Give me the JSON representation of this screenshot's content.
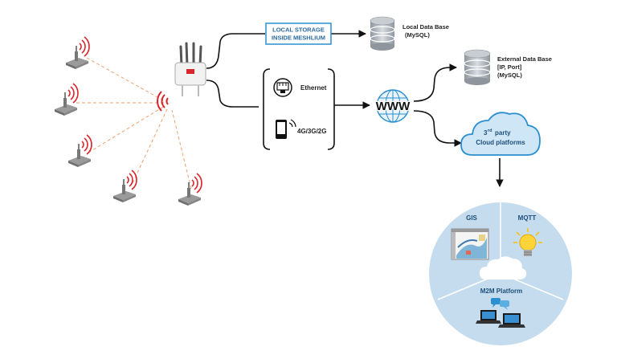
{
  "storage": {
    "line1": "LOCAL STORAGE",
    "line2": "INSIDE MESHLIUM"
  },
  "local_db": {
    "line1": "Local Data Base",
    "line2": "(MySQL)"
  },
  "external_db": {
    "line1": "External Data Base",
    "line2": "[IP, Port]",
    "line3": "(MySQL)"
  },
  "connections": {
    "ethernet": "Ethernet",
    "mobile": "4G/3G/2G"
  },
  "www": "WWW",
  "cloud": {
    "rd": "rd",
    "line1_rest": "party",
    "number": "3",
    "line2": "Cloud platforms"
  },
  "platform": {
    "gis": "GIS",
    "mqtt": "MQTT",
    "m2m": "M2M Platform"
  },
  "colors": {
    "accent_blue": "#2a8fd0",
    "signal_red": "#d9262c",
    "dashed_orange": "#f0a070",
    "circle_fill": "#c4dcee",
    "db_gray": "#aeb4ba"
  }
}
